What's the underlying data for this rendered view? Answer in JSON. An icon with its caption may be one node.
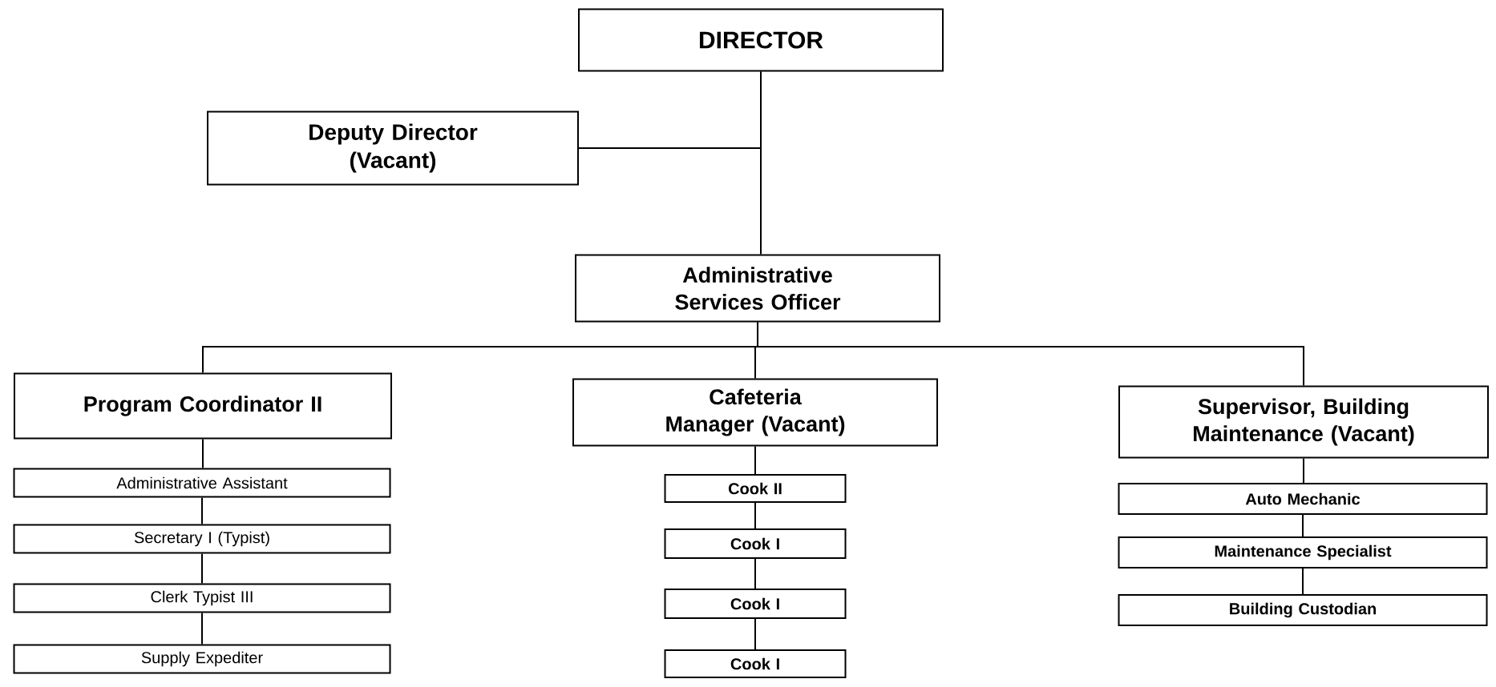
{
  "diagram": {
    "nodes": [
      {
        "text": [
          "DIRECTOR"
        ]
      },
      {
        "text": [
          "Deputy Director (Vacant)"
        ]
      },
      {
        "text": [
          "Administrative Services Officer"
        ]
      },
      {
        "text": [
          "Program Coordinator II"
        ]
      },
      {
        "text": [
          "Cafeteria Manager (Vacant)"
        ]
      },
      {
        "text": [
          "Supervisor, Building Maintenance (Vacant)"
        ]
      },
      {
        "text": [
          "Administrative Assistant"
        ]
      },
      {
        "text": [
          "Secretary I (Typist)"
        ]
      },
      {
        "text": [
          "Clerk Typist III"
        ]
      },
      {
        "text": [
          "Supply Expediter"
        ]
      },
      {
        "text": [
          "Cook II"
        ]
      },
      {
        "text": [
          "Cook I"
        ]
      },
      {
        "text": [
          "Cook I"
        ]
      },
      {
        "text": [
          "Cook I"
        ]
      },
      {
        "text": [
          "Auto Mechanic"
        ]
      },
      {
        "text": [
          "Maintenance Specialist"
        ]
      },
      {
        "text": [
          "Building Custodian"
        ]
      }
    ],
    "edges": [
      {
        "from": 0,
        "to": 1,
        "arrow": "none"
      },
      {
        "from": 0,
        "to": 2,
        "arrow": "none"
      },
      {
        "from": 2,
        "to": 3,
        "arrow": "none"
      },
      {
        "from": 2,
        "to": 4,
        "arrow": "none"
      },
      {
        "from": 2,
        "to": 5,
        "arrow": "none"
      },
      {
        "from": 3,
        "to": 6,
        "arrow": "none"
      },
      {
        "from": 6,
        "to": 7,
        "arrow": "none"
      },
      {
        "from": 7,
        "to": 8,
        "arrow": "none"
      },
      {
        "from": 8,
        "to": 9,
        "arrow": "none"
      },
      {
        "from": 4,
        "to": 10,
        "arrow": "none"
      },
      {
        "from": 10,
        "to": 11,
        "arrow": "none"
      },
      {
        "from": 11,
        "to": 12,
        "arrow": "none"
      },
      {
        "from": 12,
        "to": 13,
        "arrow": "none"
      },
      {
        "from": 5,
        "to": 14,
        "arrow": "none"
      },
      {
        "from": 14,
        "to": 15,
        "arrow": "none"
      },
      {
        "from": 15,
        "to": 16,
        "arrow": "none"
      }
    ]
  }
}
